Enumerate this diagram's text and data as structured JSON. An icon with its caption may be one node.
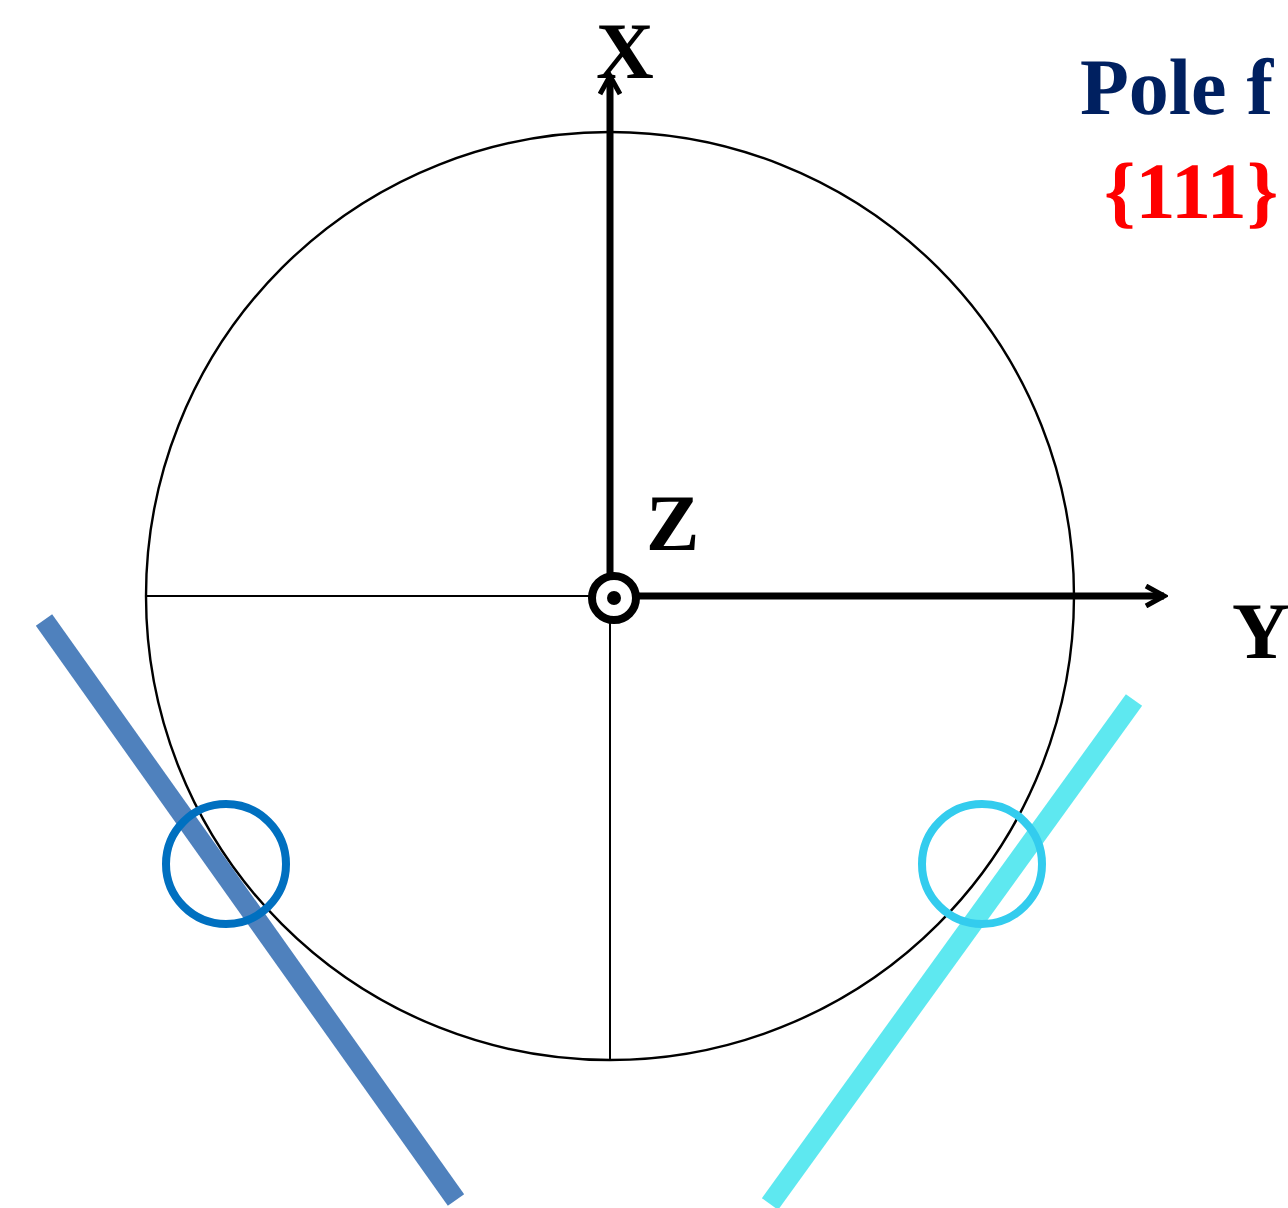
{
  "diagram": {
    "labels": [
      "X",
      "Pole f",
      "{111}",
      "Z",
      "Y"
    ]
  }
}
